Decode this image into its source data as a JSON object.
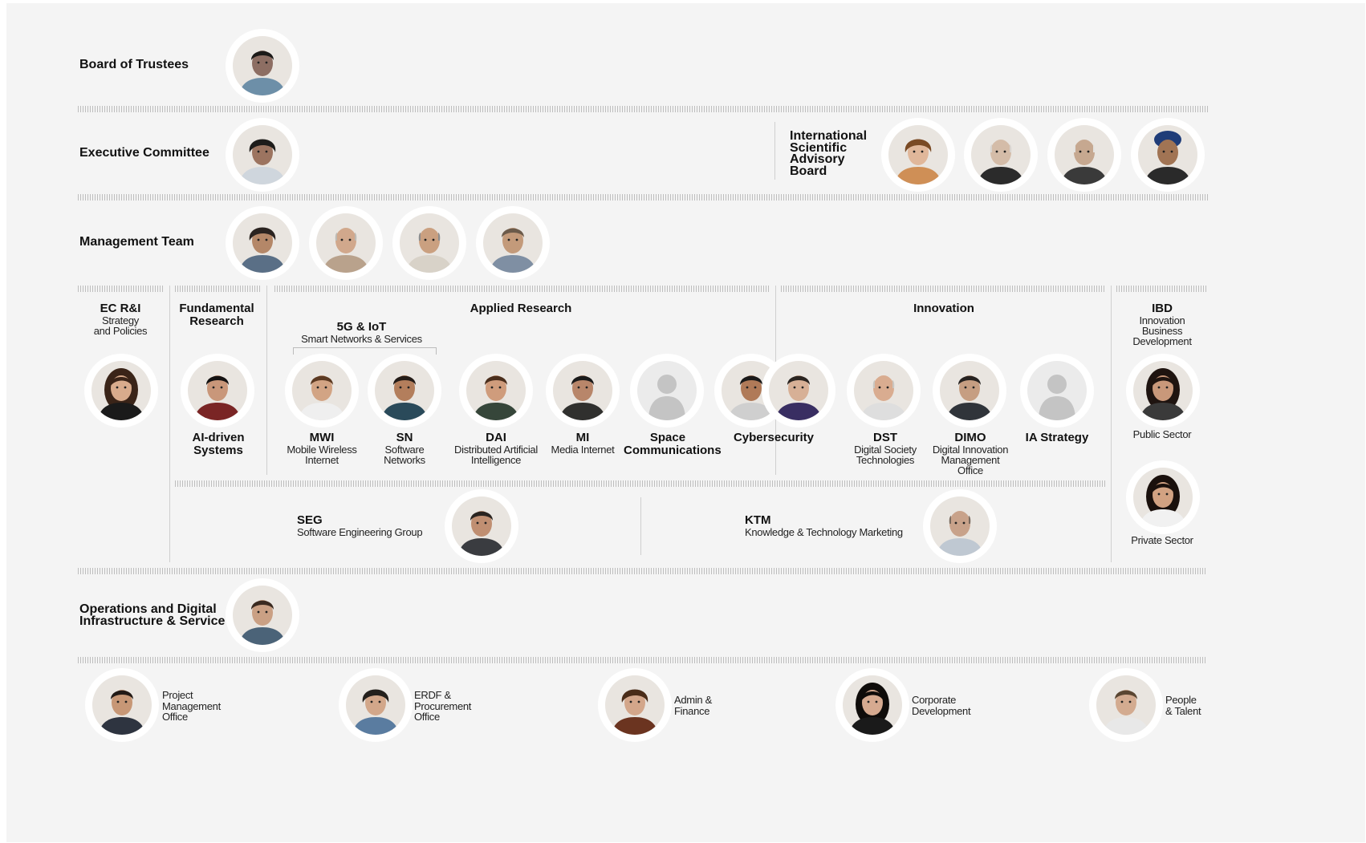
{
  "rows": {
    "board": "Board of Trustees",
    "executive": "Executive Committee",
    "management": "Management Team",
    "operations": "Operations and Digital Infrastructure & Service"
  },
  "advisory": {
    "title": "International Scientific Advisory Board"
  },
  "columns": {
    "ec": {
      "title": "EC R&I",
      "subtitle": "Strategy and Policies"
    },
    "fundamental": {
      "title": "Fundamental Research"
    },
    "applied": {
      "title": "Applied Research"
    },
    "innovation": {
      "title": "Innovation"
    },
    "ibd": {
      "title": "IBD",
      "subtitle": "Innovation Business Development"
    }
  },
  "group_5g": {
    "title": "5G & IoT",
    "subtitle": "Smart Networks & Services"
  },
  "units": {
    "ai": {
      "title": "AI-driven Systems"
    },
    "mwi": {
      "title": "MWI",
      "subtitle": "Mobile Wireless Internet"
    },
    "sn": {
      "title": "SN",
      "subtitle": "Software Networks"
    },
    "dai": {
      "title": "DAI",
      "subtitle": "Distributed Artificial Intelligence"
    },
    "mi": {
      "title": "MI",
      "subtitle": "Media Internet"
    },
    "space": {
      "title": "Space Communications"
    },
    "cyber": {
      "title": "Cybersecurity"
    },
    "dst": {
      "title": "DST",
      "subtitle": "Digital Society Technologies"
    },
    "dimo": {
      "title": "DIMO",
      "subtitle": "Digital Innovation Management Office"
    },
    "ia": {
      "title": "IA Strategy"
    }
  },
  "ibd_units": {
    "public": "Public Sector",
    "private": "Private Sector"
  },
  "seg": {
    "title": "SEG",
    "subtitle": "Software Engineering Group"
  },
  "ktm": {
    "title": "KTM",
    "subtitle": "Knowledge & Technology Marketing"
  },
  "offices": [
    "Project Management Office",
    "ERDF & Procurement Office",
    "Admin & Finance",
    "Corporate Development",
    "People & Talent"
  ]
}
